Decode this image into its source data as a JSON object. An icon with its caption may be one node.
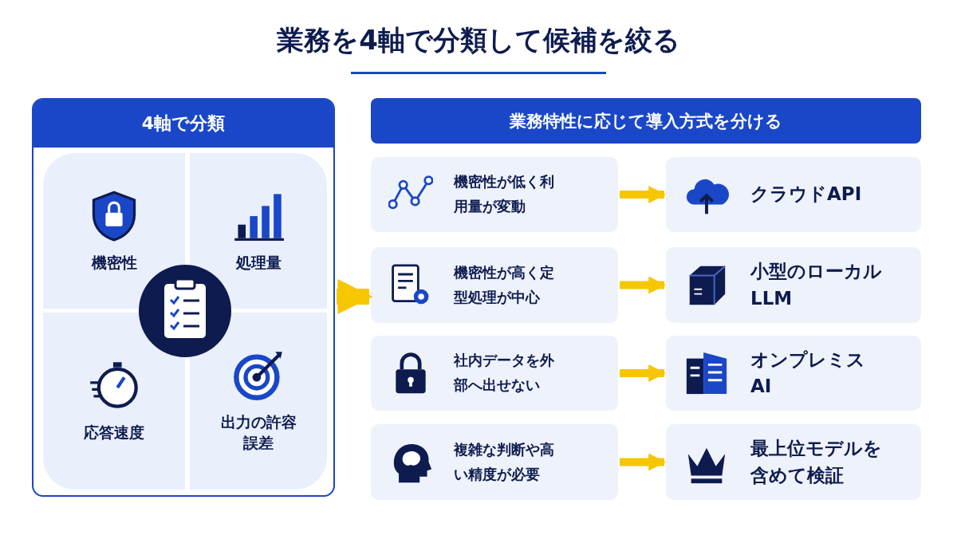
{
  "diagram": {
    "title": "業務を4軸で分類して候補を絞る",
    "nodes": [
      {
        "text": [
          "4軸で分類"
        ]
      },
      {
        "text": [
          "機密性"
        ],
        "in": 0
      },
      {
        "text": [
          "処理量"
        ],
        "in": 0
      },
      {
        "text": [
          "応答速度"
        ],
        "in": 0
      },
      {
        "text": [
          "出力の許容誤差"
        ],
        "in": 0
      },
      {
        "text": [
          "業務特性に応じて導入方式を分ける"
        ]
      },
      {
        "text": [
          "機密性が低く利用量が変動"
        ]
      },
      {
        "text": [
          "クラウドAPI"
        ]
      },
      {
        "text": [
          "機密性が高く定型処理が中心"
        ]
      },
      {
        "text": [
          "小型のローカルLLM"
        ]
      },
      {
        "text": [
          "社内データを外部へ出せない"
        ]
      },
      {
        "text": [
          "オンプレミスAI"
        ]
      },
      {
        "text": [
          "複雑な判断や高い精度が必要"
        ]
      },
      {
        "text": [
          "最上位モデルを含めて検証"
        ]
      }
    ],
    "edges": [
      {
        "from": 0,
        "to": 8,
        "arrow": "to",
        "style": "thick"
      },
      {
        "from": 6,
        "to": 7,
        "arrow": "to"
      },
      {
        "from": 8,
        "to": 9,
        "arrow": "to"
      },
      {
        "from": 10,
        "to": 11,
        "arrow": "to"
      },
      {
        "from": 12,
        "to": 13,
        "arrow": "to"
      }
    ]
  }
}
